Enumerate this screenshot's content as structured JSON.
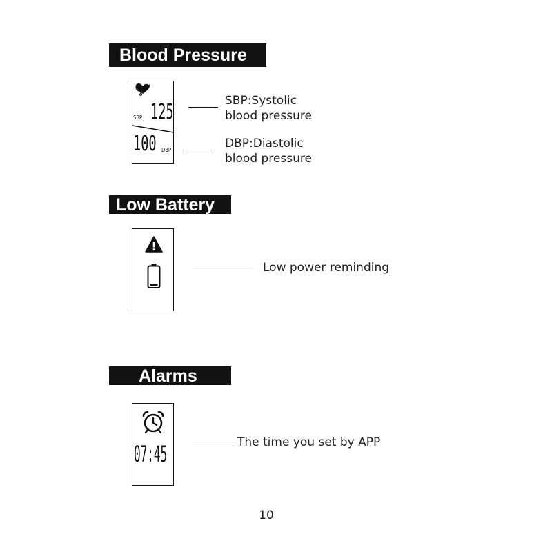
{
  "sections": {
    "blood_pressure": {
      "title": "Blood Pressure",
      "device": {
        "icon": "heart-stethoscope-icon",
        "sbp_label": "SBP",
        "sbp_value": "125",
        "dbp_value": "100",
        "dbp_label": "DBP"
      },
      "sbp_line1": "SBP:Systolic",
      "sbp_line2": "blood pressure",
      "dbp_line1": "DBP:Diastolic",
      "dbp_line2": "blood pressure"
    },
    "low_battery": {
      "title": "Low Battery",
      "device": {
        "icons": [
          "warning-icon",
          "battery-low-icon"
        ]
      },
      "description": "Low power reminding"
    },
    "alarms": {
      "title": "Alarms",
      "device": {
        "icon": "alarm-clock-icon",
        "time": "07:45"
      },
      "description": "The time you set by APP"
    }
  },
  "page_number": "10",
  "colors": {
    "ink": "#111111",
    "paper": "#ffffff"
  }
}
